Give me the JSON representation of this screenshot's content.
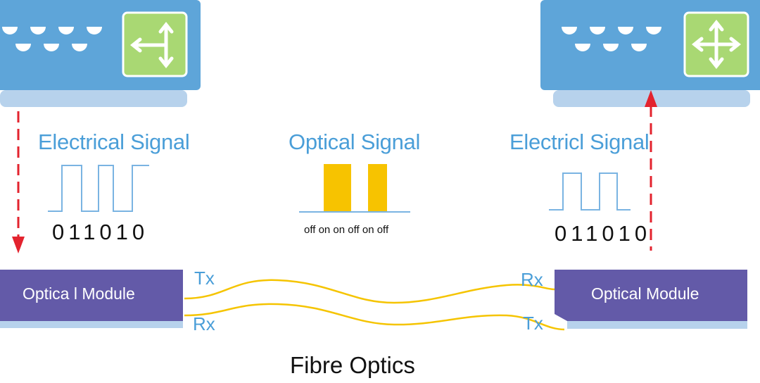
{
  "left": {
    "signal_title": "Electrical Signal",
    "bits": "011010",
    "module_label": "Optica l Module"
  },
  "middle": {
    "signal_title": "Optical  Signal",
    "states": "off on on off on off"
  },
  "right": {
    "signal_title": "Electricl Signal",
    "bits": "011010",
    "module_label": "Optical Module"
  },
  "fiber": {
    "left_tx": "Tx",
    "left_rx": "Rx",
    "right_rx": "Rx",
    "right_tx": "Tx"
  },
  "caption": "Fibre Optics",
  "icons": {
    "left_switch": "three-way-arrow-icon",
    "right_switch": "four-way-arrow-icon"
  },
  "colors": {
    "device_blue": "#5ea5d9",
    "device_base": "#b7d2ec",
    "screen_green": "#a9d873",
    "module_purple": "#635aa8",
    "fiber_yellow": "#f5c400",
    "signal_blue": "#7ab4e2",
    "arrow_red": "#e3232e",
    "label_blue": "#4a9ed8"
  }
}
